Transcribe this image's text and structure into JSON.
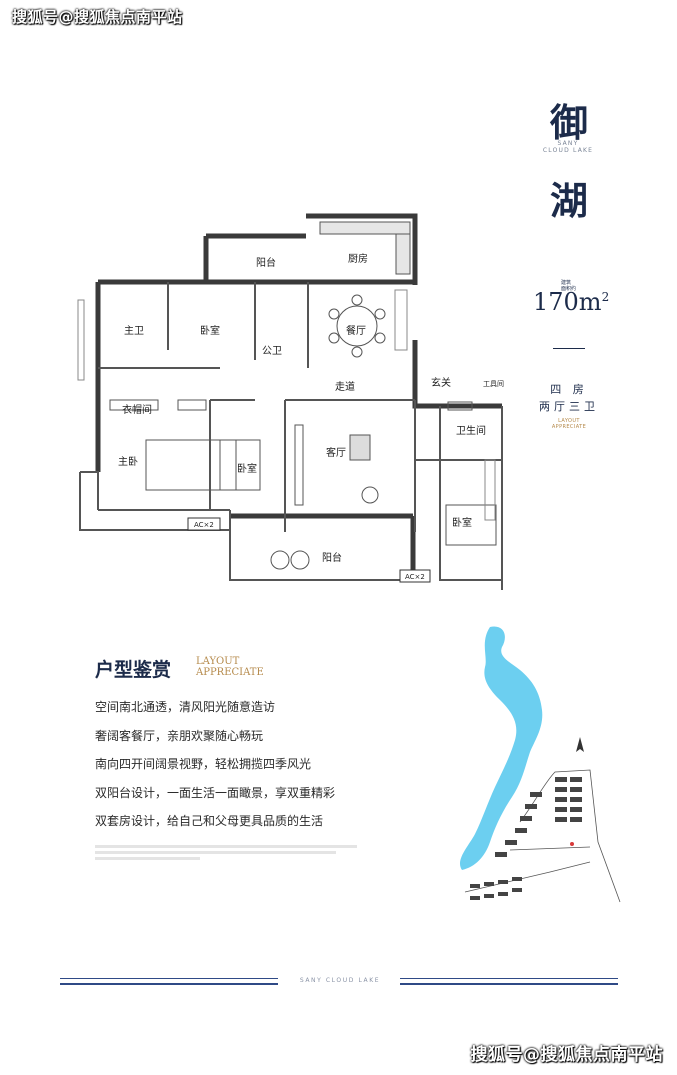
{
  "watermark": {
    "top": "搜狐号@搜狐焦点南平站",
    "bottom": "搜狐号@搜狐焦点南平站"
  },
  "brand": {
    "char_1": "御",
    "char_2": "湖",
    "subtitle_line_1": "SANY",
    "subtitle_line_2": "CLOUD LAKE"
  },
  "unit": {
    "area_label_1": "建筑",
    "area_label_2": "面积约",
    "area": "170m",
    "area_sup": "2",
    "rooms_line_1": "四 房",
    "rooms_line_2": "两厅三卫",
    "layout_en_1": "LAYOUT",
    "layout_en_2": "APPRECIATE"
  },
  "floorplan": {
    "rooms": {
      "balcony_north": "阳台",
      "kitchen": "厨房",
      "master_bath": "主卫",
      "bedroom_north": "卧室",
      "public_bath": "公卫",
      "dining": "餐厅",
      "corridor": "走道",
      "entrance": "玄关",
      "tool_room": "工具间",
      "closet": "衣帽间",
      "master_bedroom": "主卧",
      "bedroom_middle": "卧室",
      "living": "客厅",
      "bathroom_east": "卫生间",
      "bedroom_east": "卧室",
      "balcony_south": "阳台",
      "ac_1": "AC×2",
      "ac_2": "AC×2"
    }
  },
  "section": {
    "heading": "户型鉴赏",
    "heading_en_1": "LAYOUT",
    "heading_en_2": "APPRECIATE",
    "lines": [
      "空间南北通透，清风阳光随意造访",
      "奢阔客餐厅，亲朋欢聚随心畅玩",
      "南向四开间阔景视野，轻松拥揽四季风光",
      "双阳台设计，一面生活一面瞰景，享双重精彩",
      "双套房设计，给自己和父母更具品质的生活"
    ]
  },
  "colors": {
    "navy": "#1c2b4a",
    "gold": "#b58a4b",
    "lake": "#6ccff0",
    "wall": "#3a3a3a",
    "footer_blue": "#2f4a86"
  },
  "footer": {
    "brand": "SANY CLOUD LAKE"
  }
}
